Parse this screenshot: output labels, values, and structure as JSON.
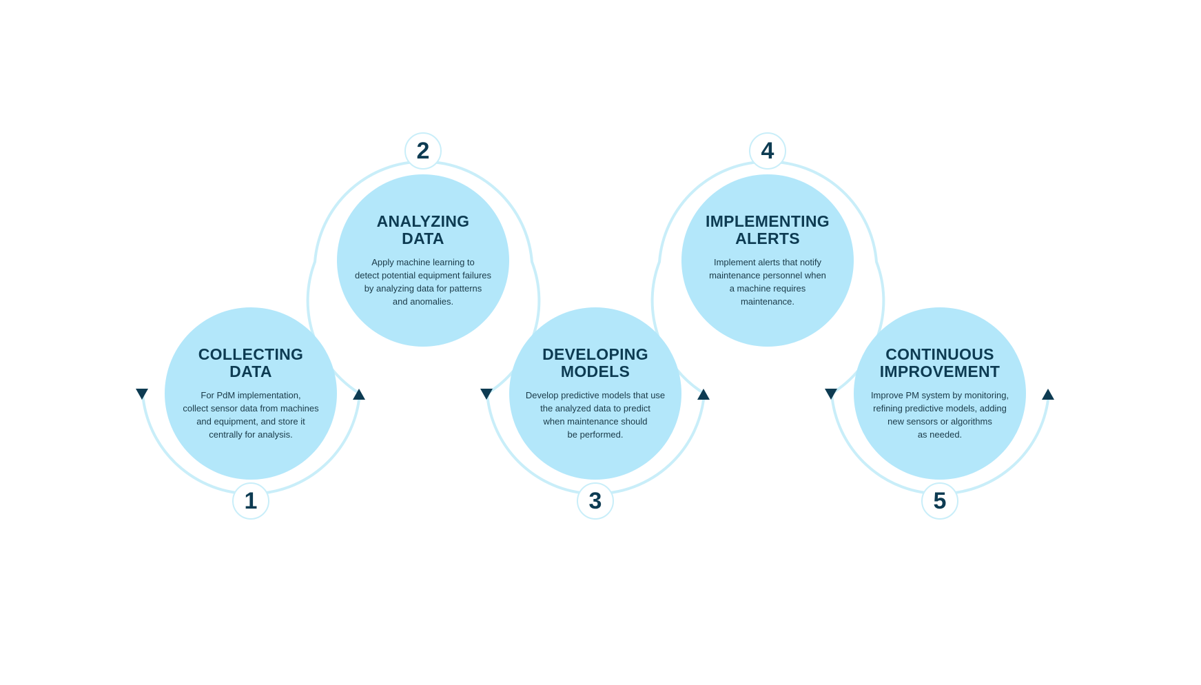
{
  "colors": {
    "circle_fill": "#b3e7fa",
    "ring_stroke": "#c9eef9",
    "text_dark": "#0d3b52",
    "arrow": "#0d3b52",
    "background": "#ffffff"
  },
  "steps": [
    {
      "number": "1",
      "title": "COLLECTING\nDATA",
      "description": "For PdM implementation,\ncollect sensor data from machines\nand  equipment, and store it\ncentrally for analysis."
    },
    {
      "number": "2",
      "title": "ANALYZING\nDATA",
      "description": "Apply machine learning to\ndetect potential equipment failures\nby analyzing data for patterns\nand anomalies."
    },
    {
      "number": "3",
      "title": "DEVELOPING\nMODELS",
      "description": "Develop predictive models that use\nthe analyzed data to predict\nwhen maintenance should\nbe performed."
    },
    {
      "number": "4",
      "title": "IMPLEMENTING\nALERTS",
      "description": "Implement alerts that notify\nmaintenance personnel when\na machine requires\nmaintenance."
    },
    {
      "number": "5",
      "title": "CONTINUOUS\nIMPROVEMENT",
      "description": "Improve PM system by monitoring,\nrefining predictive models, adding\nnew sensors or algorithms\nas needed."
    }
  ]
}
